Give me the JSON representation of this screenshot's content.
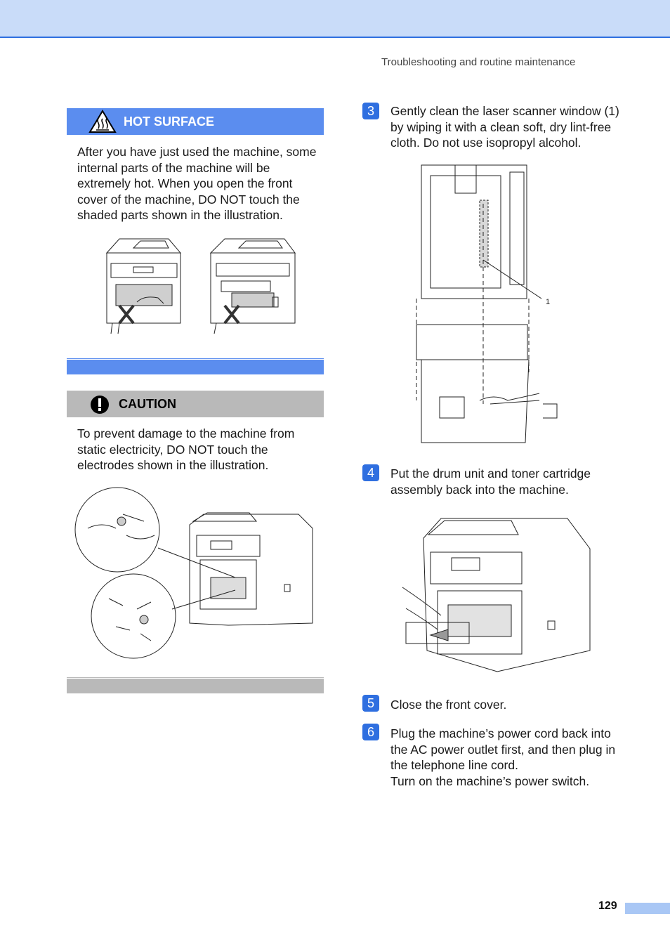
{
  "header": {
    "section": "Troubleshooting and routine maintenance"
  },
  "hot_surface": {
    "title": "HOT SURFACE",
    "body": "After you have just used the machine, some internal parts of the machine will be extremely hot. When you open the front cover of the machine, DO NOT touch the shaded parts shown in the illustration."
  },
  "caution": {
    "title": "CAUTION",
    "body": "To prevent damage to the machine from static electricity, DO NOT touch the electrodes shown in the illustration."
  },
  "steps": [
    {
      "number": "3",
      "text": "Gently clean the laser scanner window (1) by wiping it with a clean soft, dry lint-free cloth. Do not use isopropyl alcohol."
    },
    {
      "number": "4",
      "text": "Put the drum unit and toner cartridge assembly back into the machine."
    },
    {
      "number": "5",
      "text": "Close the front cover."
    },
    {
      "number": "6",
      "text": "Plug the machine’s power cord back into the AC power outlet first, and then plug in the telephone line cord.",
      "text2": "Turn on the machine’s power switch."
    }
  ],
  "figure_callout": "1",
  "footer": {
    "page_number": "129"
  },
  "colors": {
    "accent": "#2f6fe0",
    "hot_bar": "#5b8def",
    "caution_bar": "#b9b9b9",
    "top_band": "#c9dcf9"
  },
  "icons": [
    "hot-surface-warning-icon",
    "caution-exclamation-icon"
  ]
}
